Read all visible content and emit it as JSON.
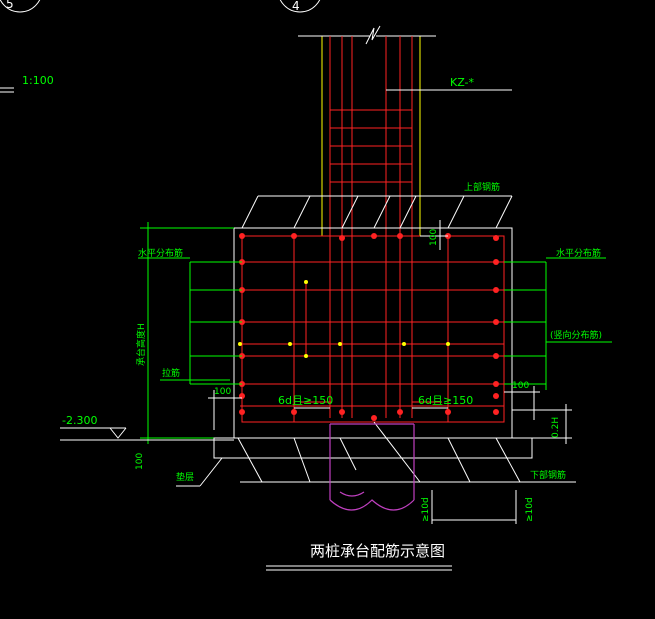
{
  "scale": "1:100",
  "axis_left": "5",
  "axis_right": "4",
  "column_label": "KZ-*",
  "labels": {
    "top_rebar": "上部钢筋",
    "h_dist_left": "水平分布筋",
    "h_dist_right": "水平分布筋",
    "vertical_dist": "(竖向分布筋)",
    "stirrup": "拉筋",
    "cap_height": "承台高度H",
    "bottom_rebar": "下部钢筋",
    "cushion": "垫层"
  },
  "dims": {
    "top_100": "100",
    "left_100": "100",
    "right_100": "100",
    "bottom_100": "100",
    "anchor_left": "6d且≥150",
    "anchor_right": "6d且≥150",
    "h02": "0.2H",
    "d_left": "≥10d",
    "d_right": "≥10d"
  },
  "elevation": "-2.300",
  "title": "两桩承台配筋示意图",
  "colors": {
    "outline": "#ffffff",
    "column": "#ffff00",
    "rebar": "#ff2222",
    "dimension": "#00ff00",
    "pile": "#c040c0"
  }
}
